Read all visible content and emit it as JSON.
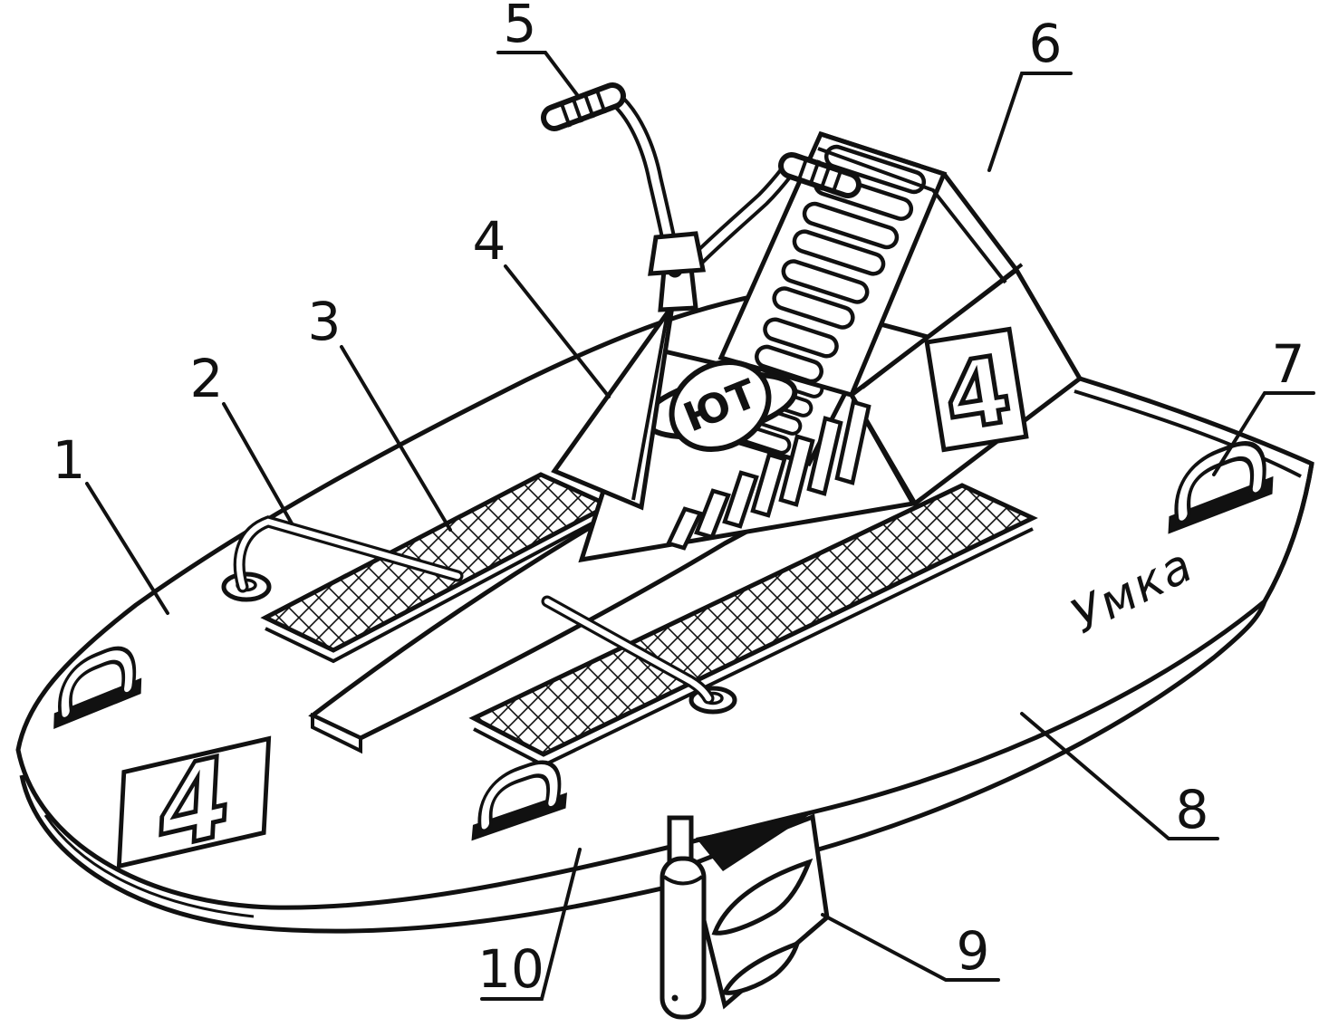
{
  "figure": {
    "background": "#ffffff",
    "line_color": "#111111",
    "callouts": [
      {
        "label": "1"
      },
      {
        "label": "2"
      },
      {
        "label": "3"
      },
      {
        "label": "4"
      },
      {
        "label": "5"
      },
      {
        "label": "6"
      },
      {
        "label": "7"
      },
      {
        "label": "8"
      },
      {
        "label": "9"
      },
      {
        "label": "10"
      }
    ],
    "markings": {
      "logo_badge": "ЮТ",
      "hull_name": "Умка",
      "bow_race_number": "4",
      "side_race_number": "4"
    }
  }
}
